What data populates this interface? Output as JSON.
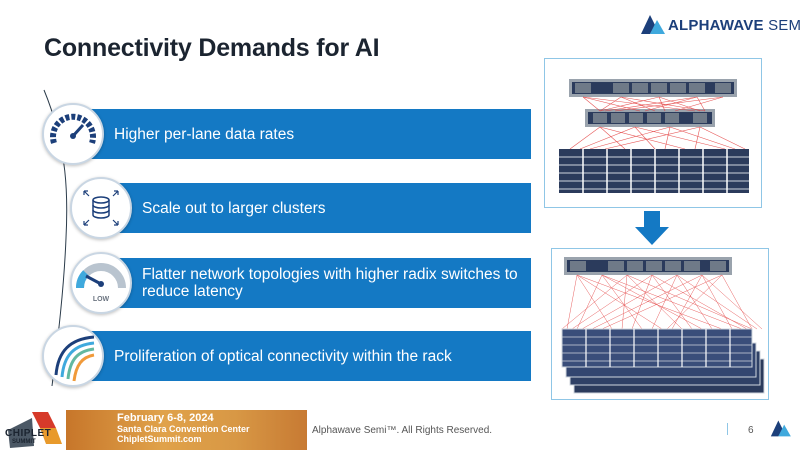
{
  "slide": {
    "title": "Connectivity Demands for AI",
    "brand": {
      "name": "ALPHAWAVE",
      "suffix": "SEMI",
      "color": "#1c3f7a"
    },
    "accent_color": "#1479c4",
    "items": [
      {
        "label": "Higher per-lane data rates",
        "icon": "speedometer-icon"
      },
      {
        "label": "Scale out to larger clusters",
        "icon": "database-scale-icon"
      },
      {
        "label": "Flatter network topologies with higher radix switches to reduce latency",
        "icon": "latency-gauge-icon",
        "icon_text": "LOW"
      },
      {
        "label": "Proliferation of optical connectivity within the rack",
        "icon": "optical-fiber-icon"
      }
    ],
    "diagram_arrow_color": "#1479c4",
    "footer": {
      "copyright": "Alphawave Semi™. All Rights Reserved.",
      "page_number": "6",
      "event": {
        "logo_text": "CHIPLET",
        "logo_sub": "SUMMIT",
        "dates": "February 6-8, 2024",
        "venue": "Santa Clara Convention Center",
        "site": "ChipletSummit.com"
      }
    }
  }
}
